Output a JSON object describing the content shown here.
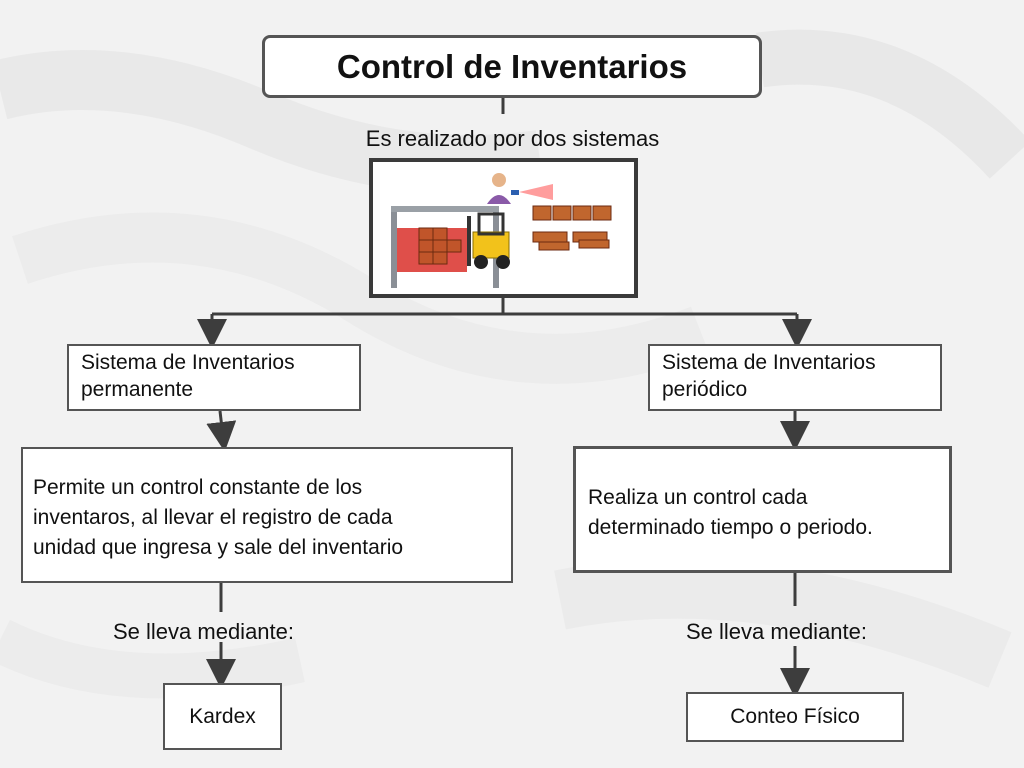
{
  "title": "Control de Inventarios",
  "subtitle": "Es realizado por dos sistemas",
  "image": {
    "icon": "warehouse-forklift-illustration"
  },
  "systems": {
    "left": {
      "name_line1": "Sistema de Inventarios",
      "name_line2": "permanente",
      "description_lines": [
        "Permite un control constante de los",
        "inventaros, al llevar el registro de cada",
        "unidad que ingresa y sale del inventario"
      ],
      "method_label": "Se lleva mediante:",
      "method": "Kardex"
    },
    "right": {
      "name_line1": "Sistema de Inventarios",
      "name_line2": "periódico",
      "description_lines": [
        "Realiza un control cada",
        "determinado tiempo o periodo."
      ],
      "method_label": "Se lleva mediante:",
      "method": "Conteo Físico"
    }
  },
  "colors": {
    "background": "#f2f2f2",
    "border": "#555555",
    "connector": "#3d3d3d"
  }
}
